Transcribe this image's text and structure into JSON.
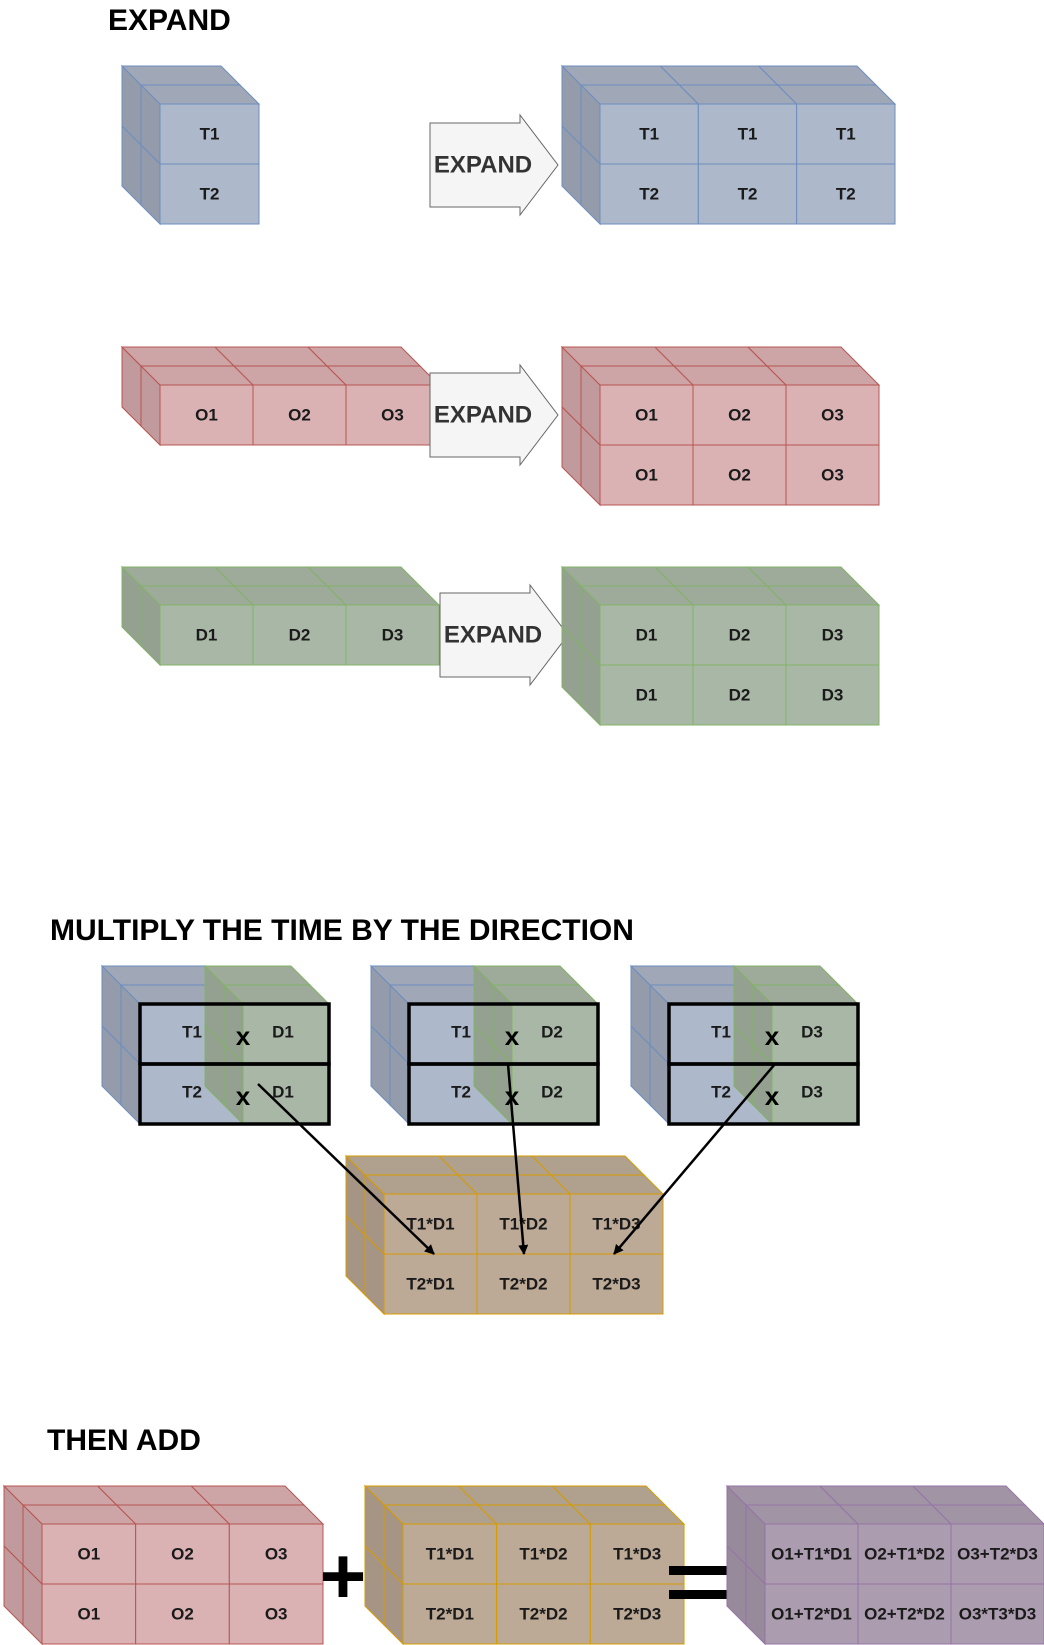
{
  "titles": {
    "expand": "EXPAND",
    "multiply": "MULTIPLY THE TIME BY THE DIRECTION",
    "add": "THEN ADD"
  },
  "colors": {
    "blue": {
      "front": "#adb8ca",
      "top": "#a0a8b8",
      "side": "#949cac",
      "back": "#c8d6ec",
      "stroke": "#6c8ebf"
    },
    "red": {
      "front": "#dab2b4",
      "top": "#cda5a7",
      "side": "#c09a9c",
      "back": "#f1cfcf",
      "stroke": "#b85450"
    },
    "green": {
      "front": "#a9b8a6",
      "top": "#9eab9a",
      "side": "#94a090",
      "back": "#c8dcc3",
      "stroke": "#82b366"
    },
    "orange": {
      "front": "#bca996",
      "top": "#b0a08e",
      "side": "#a69584",
      "back": "#f4dcc0",
      "stroke": "#d79b00"
    },
    "purple": {
      "front": "#ab9daf",
      "top": "#a194a5",
      "side": "#978a9b",
      "back": "#d9cce0",
      "stroke": "#9673a6"
    },
    "arrow_fill": "#f5f5f5",
    "arrow_stroke": "#666666",
    "label": "#1a1a1a"
  },
  "expand": {
    "time_input": [
      [
        "T1"
      ],
      [
        "T2"
      ]
    ],
    "time_output": [
      [
        "T1",
        "T1",
        "T1"
      ],
      [
        "T2",
        "T2",
        "T2"
      ]
    ],
    "origin_input": [
      [
        "O1",
        "O2",
        "O3"
      ]
    ],
    "origin_output": [
      [
        "O1",
        "O2",
        "O3"
      ],
      [
        "O1",
        "O2",
        "O3"
      ]
    ],
    "direction_input": [
      [
        "D1",
        "D2",
        "D3"
      ]
    ],
    "direction_output": [
      [
        "D1",
        "D2",
        "D3"
      ],
      [
        "D1",
        "D2",
        "D3"
      ]
    ],
    "arrow_label": "EXPAND"
  },
  "multiply": {
    "pairs": [
      {
        "t": [
          "T1",
          "T2"
        ],
        "d": "D1"
      },
      {
        "t": [
          "T1",
          "T2"
        ],
        "d": "D2"
      },
      {
        "t": [
          "T1",
          "T2"
        ],
        "d": "D3"
      }
    ],
    "operator": "x",
    "result": [
      [
        "T1*D1",
        "T1*D2",
        "T1*D3"
      ],
      [
        "T2*D1",
        "T2*D2",
        "T2*D3"
      ]
    ]
  },
  "add": {
    "left": [
      [
        "O1",
        "O2",
        "O3"
      ],
      [
        "O1",
        "O2",
        "O3"
      ]
    ],
    "middle": [
      [
        "T1*D1",
        "T1*D2",
        "T1*D3"
      ],
      [
        "T2*D1",
        "T2*D2",
        "T2*D3"
      ]
    ],
    "result": [
      [
        "O1+T1*D1",
        "O2+T1*D2",
        "O3+T2*D3"
      ],
      [
        "O1+T2*D1",
        "O2+T2*D2",
        "O3*T3*D3"
      ]
    ],
    "plus": "+",
    "equals": "="
  }
}
